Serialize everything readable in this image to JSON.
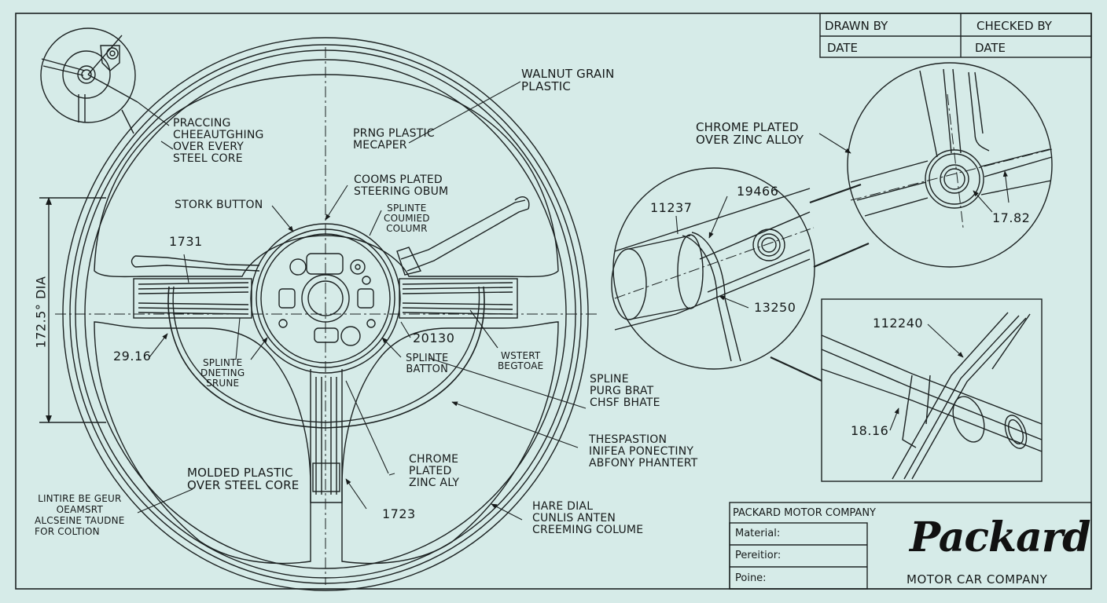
{
  "title_block_top": {
    "drawn_by": "DRAWN BY",
    "checked_by": "CHECKED BY",
    "date_left": "DATE",
    "date_right": "DATE"
  },
  "callouts": {
    "walnut": [
      "WALNUT GRAIN",
      "PLASTIC"
    ],
    "praccing": [
      "PRACCING",
      "CHEEAUTGHING",
      "OVER EVERY",
      "STEEL CORE"
    ],
    "prng": [
      "PRNG PLASTIC",
      "MECAPER"
    ],
    "cooms": [
      "COOMS PLATED",
      "STEERING OBUM"
    ],
    "stork": "STORK BUTTON",
    "splinte_column": [
      "SPLINTE",
      "COUMIED",
      "COLUMR"
    ],
    "chrome_zinc_alloy": [
      "CHROME PLATED",
      "OVER ZINC ALLOY"
    ],
    "splinte_dneting": [
      "SPLINTE",
      "DNETING",
      "SRUNE"
    ],
    "splinte_batton": [
      "SPLINTE",
      "BATTON"
    ],
    "wstert": [
      "WSTERT",
      "BEGTOAE"
    ],
    "spline_purg": [
      "SPLINE",
      "PURG BRAT",
      "CHSF BHATE"
    ],
    "thespastion": [
      "THESPASTION",
      "INIFEA PONECTINY",
      "ABFONY PHANTERT"
    ],
    "chrome_plated_zinc": [
      "CHROME",
      "PLATED",
      "ZINC ALY"
    ],
    "molded_plastic": [
      "MOLDED PLASTIC",
      "OVER STEEL CORE"
    ],
    "lintire": [
      "LINTIRE BE GEUR",
      "OEAMSRT",
      "ALCSEINE TAUDNE",
      "FOR COLTION"
    ],
    "hare_dial": [
      "HARE DIAL",
      "CUNLIS ANTEN",
      "CREEMING COLUME"
    ]
  },
  "dimensions": {
    "diameter": "172.5° DIA",
    "d1731": "1731",
    "d2916": "29.16",
    "d20130": "20130",
    "d1723": "1723",
    "d11237": "11237",
    "d19466": "19466",
    "d13250": "13250",
    "d1782": "17.82",
    "d112240": "112240",
    "d1816": "18.16"
  },
  "title_block_bottom": {
    "company_header": "PACKARD MOTOR COMPANY",
    "material_label": "Material:",
    "pereitior_label": "Pereitior:",
    "poine_label": "Poine:",
    "logo_text": "Packard",
    "logo_subtitle": "MOTOR CAR COMPANY"
  },
  "colors": {
    "paper": "#d6ebe8",
    "ink": "#161a1a"
  }
}
